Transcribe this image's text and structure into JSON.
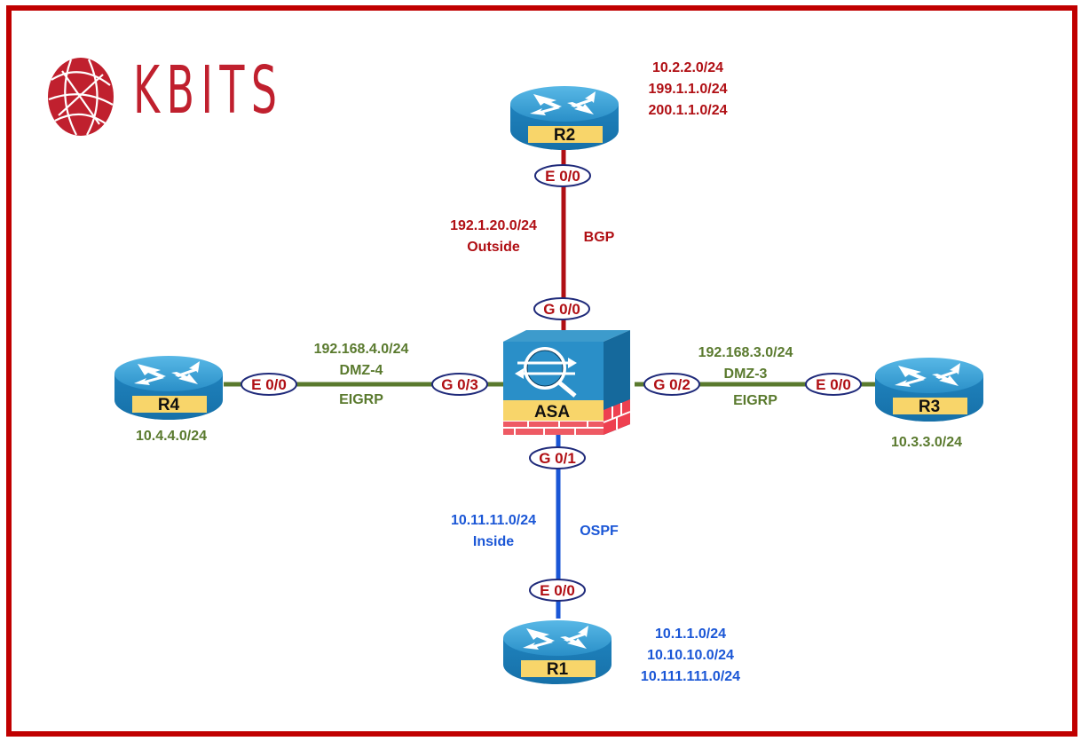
{
  "logo": {
    "text": "KBITS",
    "icon": "globe-mesh-icon",
    "color": "#c0202e"
  },
  "colors": {
    "border": "#c00000",
    "outside": "#b00f14",
    "dmz": "#5a7a2e",
    "inside": "#1a56d6",
    "interface_text": "#b00f14",
    "interface_outline": "#1f2a7a",
    "device_blue": "#2a8fc8",
    "device_label_bg": "#f8d56a"
  },
  "devices": {
    "asa": {
      "name": "ASA",
      "icon": "firewall-icon"
    },
    "r1": {
      "name": "R1",
      "icon": "router-icon",
      "networks": [
        "10.1.1.0/24",
        "10.10.10.0/24",
        "10.111.111.0/24"
      ]
    },
    "r2": {
      "name": "R2",
      "icon": "router-icon",
      "networks": [
        "10.2.2.0/24",
        "199.1.1.0/24",
        "200.1.1.0/24"
      ]
    },
    "r3": {
      "name": "R3",
      "icon": "router-icon",
      "networks": [
        "10.3.3.0/24"
      ]
    },
    "r4": {
      "name": "R4",
      "icon": "router-icon",
      "networks": [
        "10.4.4.0/24"
      ]
    }
  },
  "links": {
    "outside": {
      "subnet": "192.1.20.0/24",
      "zone": "Outside",
      "protocol": "BGP",
      "asa_if": "G 0/0",
      "router_if": "E 0/0"
    },
    "inside": {
      "subnet": "10.11.11.0/24",
      "zone": "Inside",
      "protocol": "OSPF",
      "asa_if": "G 0/1",
      "router_if": "E 0/0"
    },
    "dmz3": {
      "subnet": "192.168.3.0/24",
      "zone": "DMZ-3",
      "protocol": "EIGRP",
      "asa_if": "G 0/2",
      "router_if": "E 0/0"
    },
    "dmz4": {
      "subnet": "192.168.4.0/24",
      "zone": "DMZ-4",
      "protocol": "EIGRP",
      "asa_if": "G 0/3",
      "router_if": "E 0/0"
    }
  }
}
